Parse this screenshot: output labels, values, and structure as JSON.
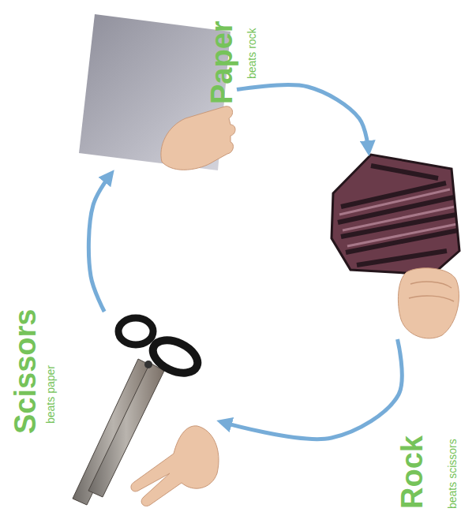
{
  "diagram": {
    "nodes": [
      {
        "text": [
          "Paper",
          "beats rock"
        ]
      },
      {
        "text": [
          "Rock",
          "beats scissors"
        ]
      },
      {
        "text": [
          "Scissors",
          "beats paper"
        ]
      }
    ],
    "edges": [
      {
        "from": 0,
        "to": 1,
        "arrow": "to"
      },
      {
        "from": 1,
        "to": 2,
        "arrow": "to"
      },
      {
        "from": 2,
        "to": 0,
        "arrow": "to"
      }
    ]
  }
}
